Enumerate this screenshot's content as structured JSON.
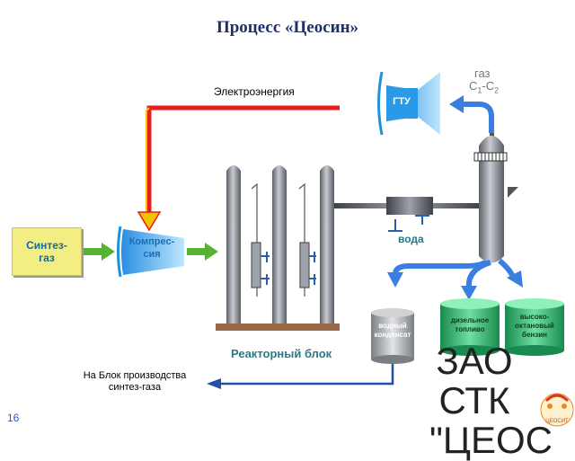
{
  "title": "Процесс «Цеосин»",
  "labels": {
    "electricity": "Электроэнергия",
    "gas_top": "газ",
    "gas_formula": "C1-C2",
    "water": "вода",
    "reactor_block": "Реакторный блок",
    "to_block": "На Блок производства\nсинтез-газа",
    "page_number": "16",
    "company": "ЗАО\nСТК\n\"ЦЕОС"
  },
  "blocks": {
    "synthesis_gas": "Синтез-\nгаз",
    "compressor": "Компрес-\nсия",
    "gtu": "ГТУ"
  },
  "tanks": [
    {
      "label": "водный\nконденсат"
    },
    {
      "label": "дизельное\nтопливо"
    },
    {
      "label": "высоко-\nоктановый\nбензин"
    }
  ],
  "colors": {
    "title": "#1f2f6e",
    "arrow_blue": "#3a7fe0",
    "arrow_red": "#e81c1c",
    "arrow_yellow": "#f2c400",
    "arrow_green": "#55b332",
    "tank_green": "#2fb36a",
    "equipment_gray": "#8a8e96"
  },
  "logo_text": "ЦЕОСИТ"
}
